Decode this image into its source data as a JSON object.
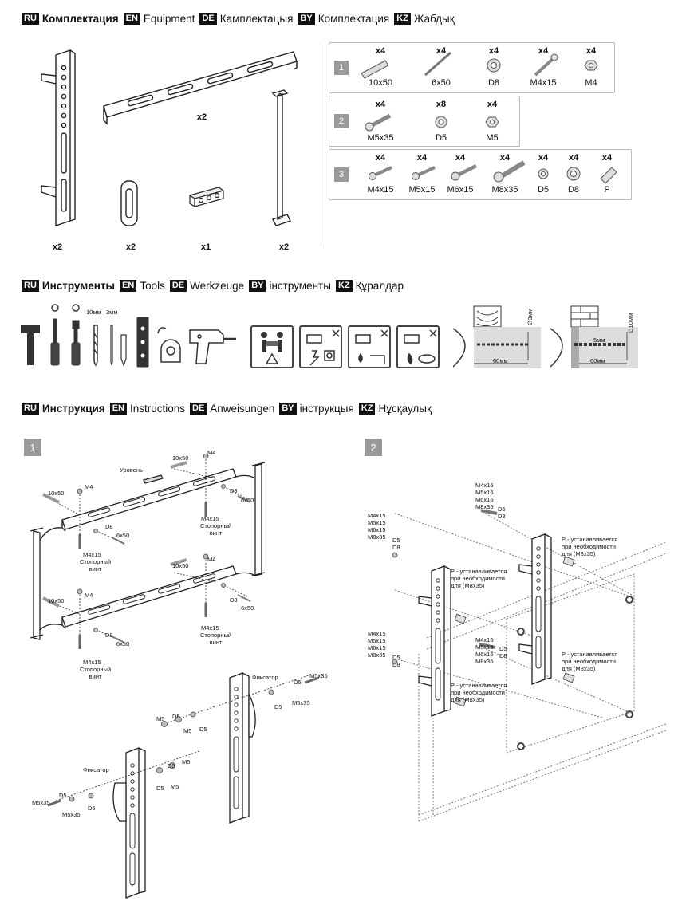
{
  "headers": {
    "equipment": [
      {
        "tag": "RU",
        "text": "Комплектация",
        "bold": true
      },
      {
        "tag": "EN",
        "text": "Equipment"
      },
      {
        "tag": "DE",
        "text": "Камплектацыя"
      },
      {
        "tag": "BY",
        "text": "Комплектация"
      },
      {
        "tag": "KZ",
        "text": "Жабдық"
      }
    ],
    "tools": [
      {
        "tag": "RU",
        "text": "Инструменты",
        "bold": true
      },
      {
        "tag": "EN",
        "text": "Tools"
      },
      {
        "tag": "DE",
        "text": "Werkzeuge"
      },
      {
        "tag": "BY",
        "text": "інструменты"
      },
      {
        "tag": "KZ",
        "text": "Құралдар"
      }
    ],
    "instructions": [
      {
        "tag": "RU",
        "text": "Инструкция",
        "bold": true
      },
      {
        "tag": "EN",
        "text": "Instructions"
      },
      {
        "tag": "DE",
        "text": "Anweisungen"
      },
      {
        "tag": "BY",
        "text": "інструкцыя"
      },
      {
        "tag": "KZ",
        "text": "Нұсқаулық"
      }
    ]
  },
  "parts": {
    "upright_qty": "x2",
    "rail_qty": "x2",
    "spacer_qty": "x2",
    "level_qty": "x1",
    "arm_qty": "x2"
  },
  "hardware_packs": [
    {
      "number": "1",
      "items": [
        {
          "qty": "x4",
          "label": "10x50"
        },
        {
          "qty": "x4",
          "label": "6x50"
        },
        {
          "qty": "x4",
          "label": "D8"
        },
        {
          "qty": "x4",
          "label": "M4x15"
        },
        {
          "qty": "x4",
          "label": "M4"
        }
      ]
    },
    {
      "number": "2",
      "items": [
        {
          "qty": "x4",
          "label": "M5x35"
        },
        {
          "qty": "x8",
          "label": "D5"
        },
        {
          "qty": "x4",
          "label": "M5"
        }
      ]
    },
    {
      "number": "3",
      "items": [
        {
          "qty": "x4",
          "label": "M4x15"
        },
        {
          "qty": "x4",
          "label": "M5x15"
        },
        {
          "qty": "x4",
          "label": "M6x15"
        },
        {
          "qty": "x4",
          "label": "M8x35"
        },
        {
          "qty": "x4",
          "label": "D5"
        },
        {
          "qty": "x4",
          "label": "D8"
        },
        {
          "qty": "x4",
          "label": "P"
        }
      ]
    }
  ],
  "tools": {
    "drill_10": "10мм",
    "drill_3": "3мм",
    "wood_depth": "60мм",
    "wood_dia": "∅3мм",
    "brick_depth": "60мм",
    "brick_gap": "5мм",
    "brick_dia": "∅10мм"
  },
  "step1": {
    "number": "1",
    "level": "Уровень",
    "anchor": "10x50",
    "nut": "M4",
    "washer": "D8",
    "screw": "6x50",
    "bolt": "M4x15",
    "bolt_desc": "Стопорный\nвинт",
    "lock": "Фиксатор",
    "m5": "M5",
    "d5": "D5",
    "m5x35": "M5x35"
  },
  "step2": {
    "number": "2",
    "screw_list": "M4x15\nM5x15\nM6x15\nM8x35",
    "washers": "D5\nD8",
    "p_note": "P - устанавливается\nпри необходимости\nдля (M8x35)"
  }
}
